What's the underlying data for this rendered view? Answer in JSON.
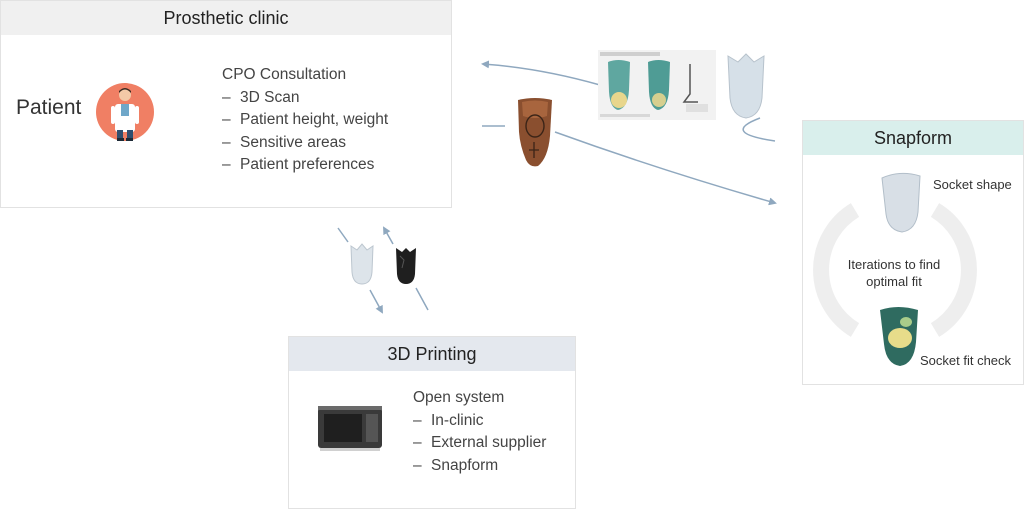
{
  "clinic": {
    "title": "Prosthetic clinic",
    "patient_label": "Patient",
    "consult_title": "CPO Consultation",
    "items": [
      "3D Scan",
      "Patient height, weight",
      "Sensitive areas",
      "Patient preferences"
    ]
  },
  "snapform": {
    "title": "Snapform",
    "socket_shape": "Socket shape",
    "iterations": "Iterations to find optimal fit",
    "fit_check": "Socket fit check"
  },
  "printing": {
    "title": "3D Printing",
    "list_title": "Open system",
    "items": [
      "In-clinic",
      "External supplier",
      "Snapform"
    ]
  },
  "icons": {
    "doctor": "doctor-icon",
    "residual_limb": "residual-limb-scan-icon",
    "socket_white": "white-socket-icon",
    "socket_black": "black-socket-icon",
    "printer": "3d-printer-icon",
    "pressure_map": "pressure-map-icon"
  },
  "colors": {
    "clinic_header": "#f0f0f0",
    "snapform_header": "#d9efec",
    "printing_header": "#e4e8ee",
    "arrow": "#8fa8bf",
    "doctor_circle": "#f07f64"
  }
}
